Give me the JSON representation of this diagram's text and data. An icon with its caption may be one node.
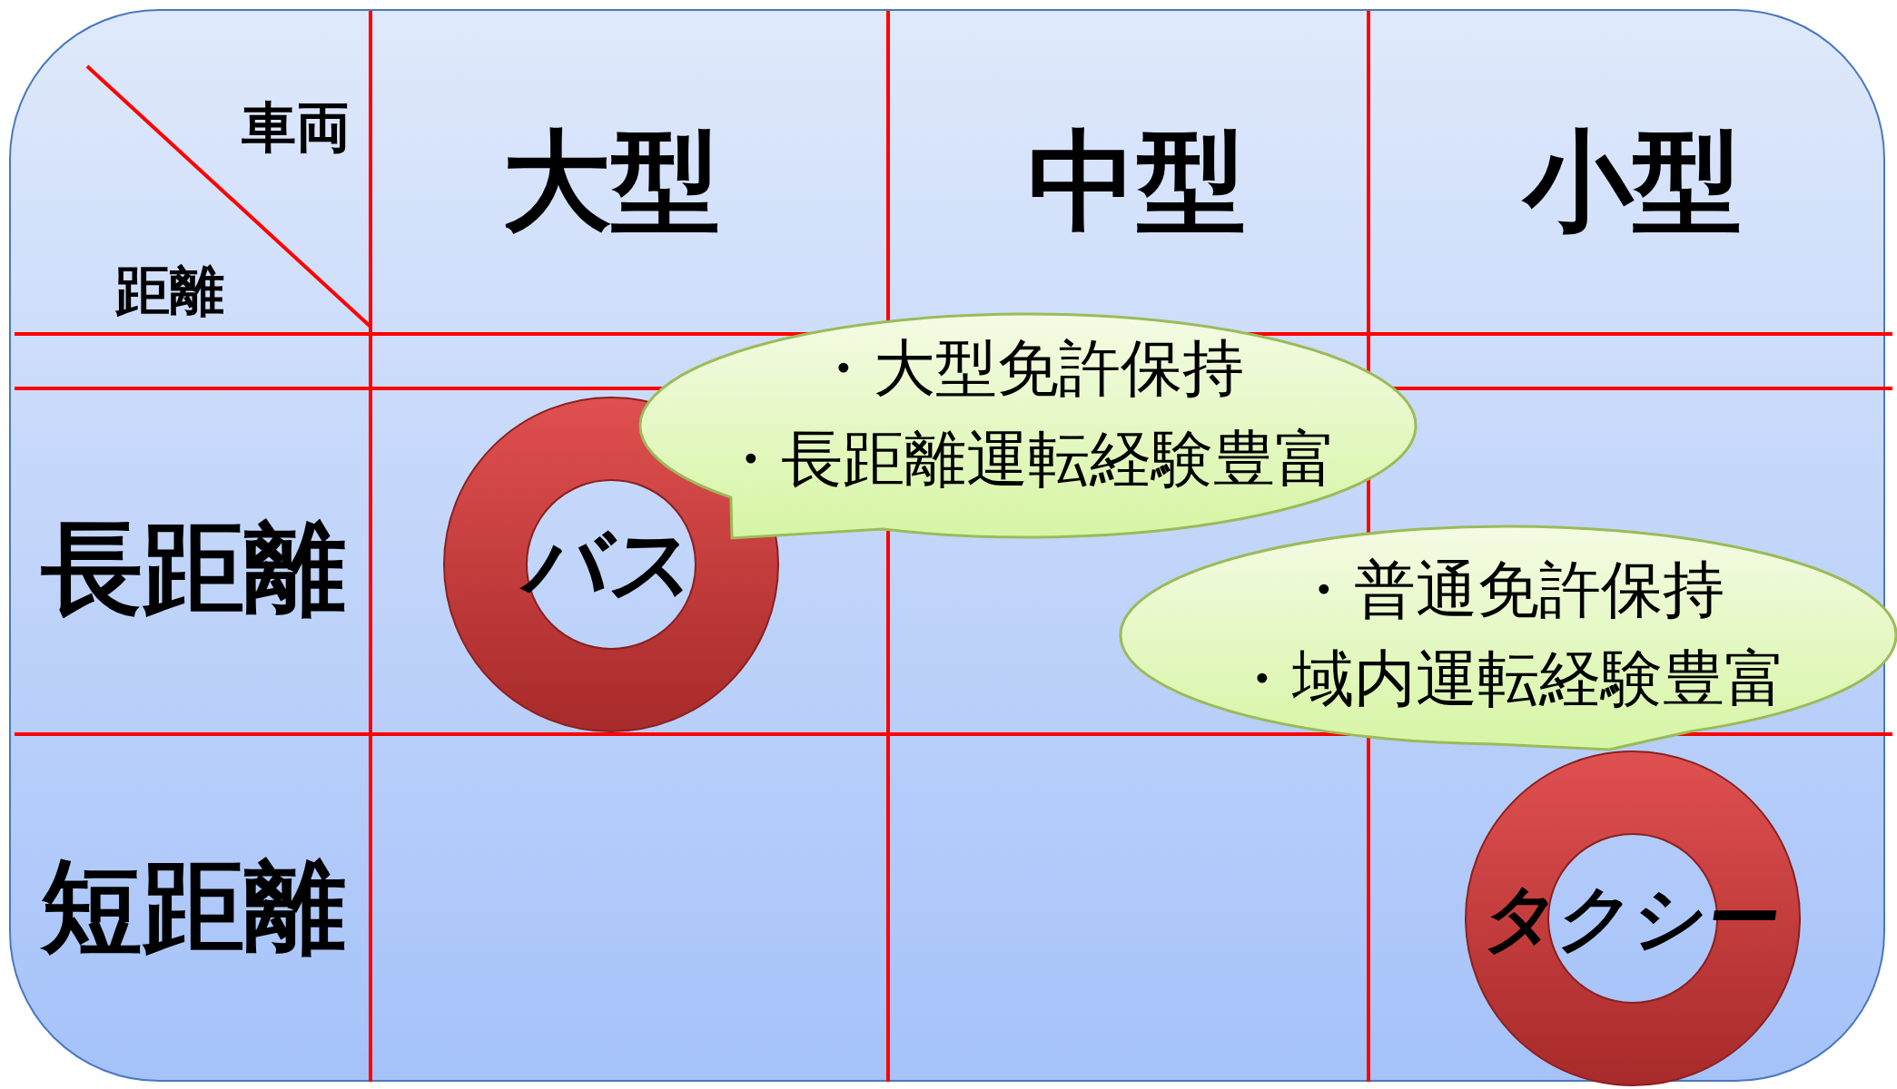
{
  "diagram": {
    "nodes": [
      {
        "text": [
          "バス"
        ]
      },
      {
        "text": [
          "タクシー"
        ]
      },
      {
        "text": [
          "・大型免許保持",
          "・長距離運転経験豊富"
        ]
      },
      {
        "text": [
          "・普通免許保持",
          "・域内運転経験豊富"
        ]
      }
    ],
    "labels": [
      "車両",
      "距離",
      "大型",
      "中型",
      "小型",
      "長距離",
      "短距離"
    ]
  }
}
